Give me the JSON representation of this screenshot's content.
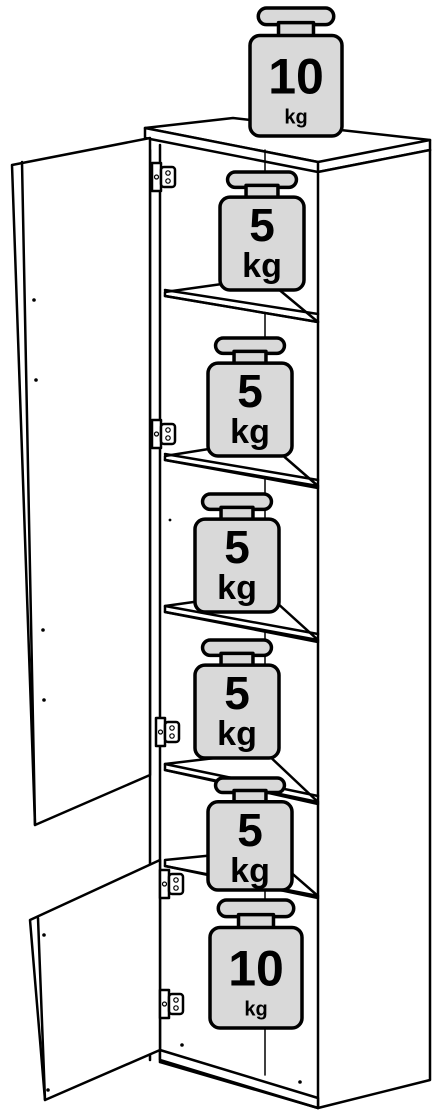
{
  "weights": [
    {
      "id": "top",
      "value": "10",
      "unit": "kg"
    },
    {
      "id": "shelf-1",
      "value": "5",
      "unit": "kg"
    },
    {
      "id": "shelf-2",
      "value": "5",
      "unit": "kg"
    },
    {
      "id": "shelf-3",
      "value": "5",
      "unit": "kg"
    },
    {
      "id": "shelf-4",
      "value": "5",
      "unit": "kg"
    },
    {
      "id": "shelf-5",
      "value": "5",
      "unit": "kg"
    },
    {
      "id": "bottom",
      "value": "10",
      "unit": "kg"
    }
  ],
  "colors": {
    "line": "#000000",
    "weight_fill": "#d9d9d9",
    "background": "#ffffff"
  },
  "icons": [
    "weight-icon",
    "hinge-icon"
  ]
}
